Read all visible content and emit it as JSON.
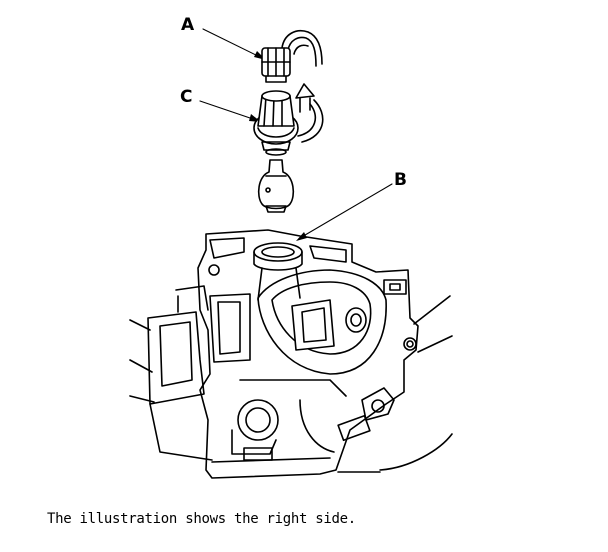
{
  "callouts": {
    "a": "A",
    "b": "B",
    "c": "C"
  },
  "caption": "The illustration shows the right side.",
  "icons": [
    "socket-connector",
    "bulb-socket",
    "bulb",
    "headlight-housing",
    "rotation-arrow"
  ]
}
